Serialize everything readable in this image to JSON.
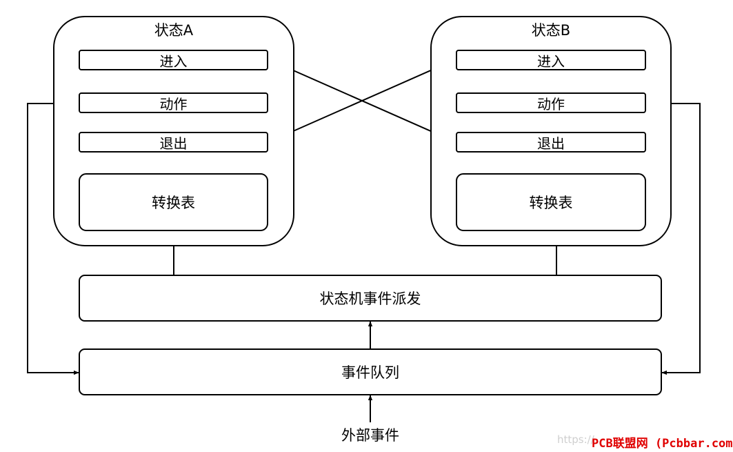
{
  "state_a": {
    "title": "状态A",
    "enter": "进入",
    "action": "动作",
    "exit": "退出",
    "table": "转换表"
  },
  "state_b": {
    "title": "状态B",
    "enter": "进入",
    "action": "动作",
    "exit": "退出",
    "table": "转换表"
  },
  "dispatcher": "状态机事件派发",
  "event_queue": "事件队列",
  "external_events": "外部事件",
  "watermark": {
    "url": "https://",
    "brand": "PCB联盟网 (Pcbbar.com)"
  },
  "colors": {
    "stroke": "#000000",
    "watermark_brand": "#e00000"
  }
}
